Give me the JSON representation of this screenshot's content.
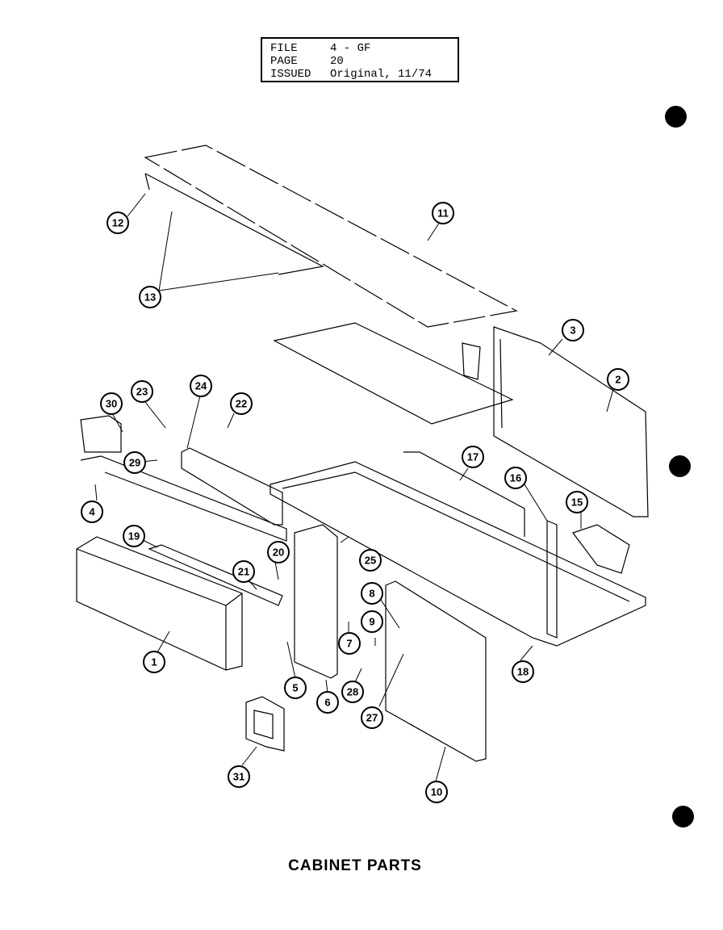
{
  "header": {
    "rows": [
      {
        "label": "FILE",
        "value": "4 - GF"
      },
      {
        "label": "PAGE",
        "value": "20"
      },
      {
        "label": "ISSUED",
        "value": "Original, 11/74"
      }
    ]
  },
  "title": "CABINET PARTS",
  "callouts": [
    "1",
    "2",
    "3",
    "4",
    "5",
    "6",
    "7",
    "8",
    "9",
    "10",
    "11",
    "12",
    "13",
    "15",
    "16",
    "17",
    "18",
    "19",
    "20",
    "21",
    "22",
    "23",
    "24",
    "25",
    "27",
    "28",
    "29",
    "30",
    "31"
  ]
}
